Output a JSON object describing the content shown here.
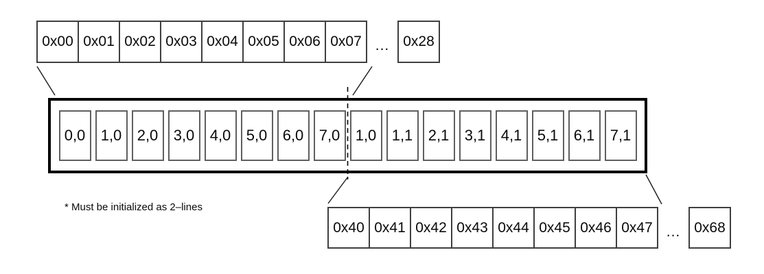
{
  "diagram": {
    "title_semantic": "two-line display memory address map",
    "top_row": {
      "cells": [
        "0x00",
        "0x01",
        "0x02",
        "0x03",
        "0x04",
        "0x05",
        "0x06",
        "0x07"
      ],
      "ellipsis": "...",
      "end_cell": "0x28"
    },
    "ddram": {
      "line1_cells": [
        "0,0",
        "1,0",
        "2,0",
        "3,0",
        "4,0",
        "5,0",
        "6,0",
        "7,0"
      ],
      "line2_cells": [
        "1,0",
        "1,1",
        "2,1",
        "3,1",
        "4,1",
        "5,1",
        "6,1",
        "7,1"
      ]
    },
    "bottom_row": {
      "cells": [
        "0x40",
        "0x41",
        "0x42",
        "0x43",
        "0x44",
        "0x45",
        "0x46",
        "0x47"
      ],
      "ellipsis": "...",
      "end_cell": "0x68"
    },
    "footnote": "* Must be initialized as 2–lines",
    "colors": {
      "background": "#ffffff",
      "thick_border": "#000000",
      "cell_border": "#3f3f3f",
      "inner_cell_border": "#5f5f5f",
      "connector_line": "#1a1a1a",
      "text": "#0a0a0a"
    }
  }
}
